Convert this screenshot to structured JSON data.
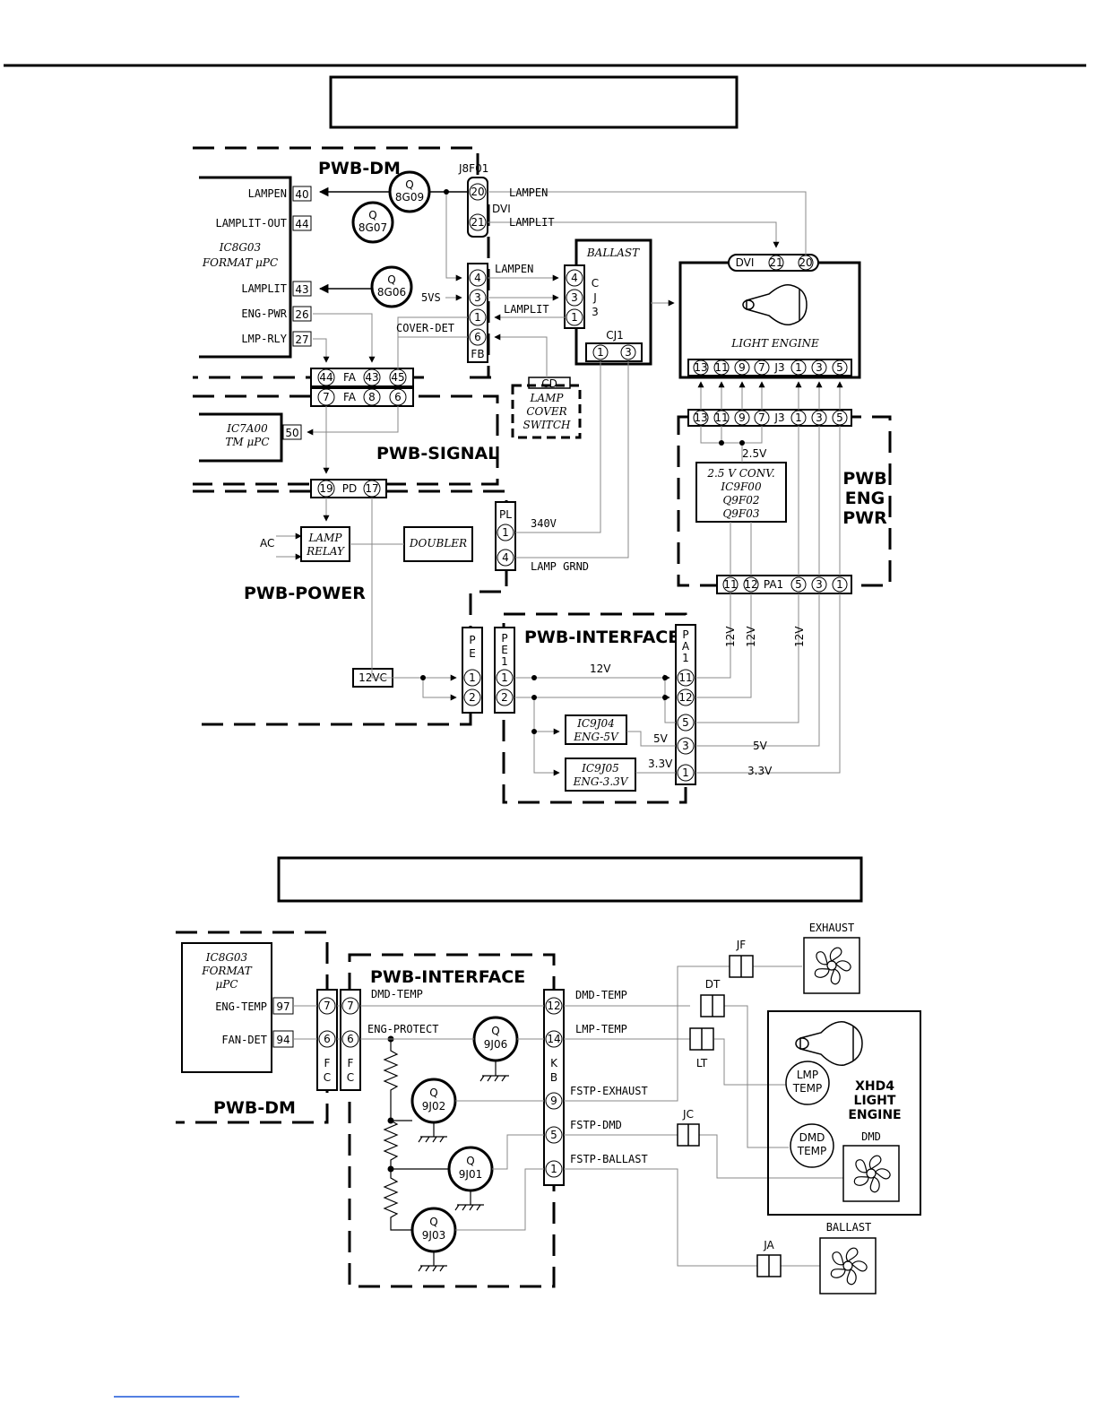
{
  "diagram_top": {
    "title_box_text": "",
    "boards": {
      "pwb_dm": "PWB-DM",
      "pwb_signal": "PWB-SIGNAL",
      "pwb_power": "PWB-POWER",
      "pwb_interface": "PWB-INTERFACE",
      "pwb_eng_pwr": [
        "PWB",
        "ENG",
        "PWR"
      ]
    },
    "ic8g03": {
      "name": [
        "IC8G03",
        "FORMAT μPC"
      ],
      "pins": [
        {
          "label": "LAMPEN",
          "num": "40"
        },
        {
          "label": "LAMPLIT-OUT",
          "num": "44"
        },
        {
          "label": "LAMPLIT",
          "num": "43"
        },
        {
          "label": "ENG-PWR",
          "num": "26"
        },
        {
          "label": "LMP-RLY",
          "num": "27"
        }
      ]
    },
    "ic7a00": {
      "name": [
        "IC7A00",
        "TM μPC"
      ],
      "pin": "50"
    },
    "transistors": [
      {
        "q": "Q",
        "id": "8G09"
      },
      {
        "q": "Q",
        "id": "8G07"
      },
      {
        "q": "Q",
        "id": "8G06"
      }
    ],
    "connector_j8f01": {
      "name": "J8F01",
      "sub": "DVI",
      "pins": [
        "20",
        "21"
      ]
    },
    "connector_fb": {
      "name": "FB",
      "pins": [
        "4",
        "3",
        "1",
        "6"
      ]
    },
    "connector_fa_top": {
      "name": "FA",
      "pins": [
        "44",
        "43",
        "45"
      ]
    },
    "connector_fa_bottom": {
      "name": "FA",
      "pins": [
        "7",
        "8",
        "6"
      ]
    },
    "connector_pd": {
      "name": "PD",
      "pins": [
        "19",
        "17"
      ]
    },
    "connector_pl": {
      "name": "PL",
      "pins": [
        "1",
        "4"
      ]
    },
    "connector_cj3": {
      "name": [
        "C",
        "J",
        "3"
      ],
      "pins": [
        "4",
        "3",
        "1"
      ]
    },
    "connector_cj1": {
      "name": "CJ1",
      "pins": [
        "1",
        "3"
      ]
    },
    "connector_cd": "CD",
    "connector_pe": {
      "name": "PE",
      "pins": [
        "1",
        "2"
      ]
    },
    "connector_pe1": {
      "name": "PE1",
      "pins": [
        "1",
        "2"
      ]
    },
    "connector_pa1_v": {
      "name": "PA1",
      "pins": [
        "11",
        "12",
        "5",
        "3",
        "1"
      ]
    },
    "connector_pa1_h": {
      "name": "PA1",
      "pins": [
        "11",
        "12",
        "5",
        "3",
        "1"
      ]
    },
    "connector_j3": {
      "name": "J3",
      "pins": [
        "13",
        "11",
        "9",
        "7",
        "1",
        "3",
        "5"
      ]
    },
    "connector_dvi_le": {
      "name": "DVI",
      "pins": [
        "21",
        "20"
      ]
    },
    "signals": {
      "lampen": "LAMPEN",
      "lamplit": "LAMPLIT",
      "five_vs": "5VS",
      "cover_det": "COVER-DET",
      "v340": "340V",
      "lamp_grnd": "LAMP GRND",
      "ac": "AC",
      "v12": "12V",
      "v5": "5V",
      "v33": "3.3V",
      "v25": "2.5V"
    },
    "blocks": {
      "ballast": "BALLAST",
      "light_engine": "LIGHT ENGINE",
      "lamp_cover_switch": [
        "LAMP",
        "COVER",
        "SWITCH"
      ],
      "lamp_relay": [
        "LAMP",
        "RELAY"
      ],
      "doubler": "DOUBLER",
      "v12c": "12VC",
      "ic9j04": [
        "IC9J04",
        "ENG-5V"
      ],
      "ic9j05": [
        "IC9J05",
        "ENG-3.3V"
      ],
      "conv25": [
        "2.5 V CONV.",
        "IC9F00",
        "Q9F02",
        "Q9F03"
      ]
    }
  },
  "diagram_bottom": {
    "title_box_text": "",
    "boards": {
      "pwb_interface": "PWB-INTERFACE",
      "pwb_dm": "PWB-DM"
    },
    "ic8g03": {
      "name": [
        "IC8G03",
        "FORMAT",
        "μPC"
      ],
      "pins": [
        {
          "label": "ENG-TEMP",
          "num": "97"
        },
        {
          "label": "FAN-DET",
          "num": "94"
        }
      ]
    },
    "connector_fc_left": {
      "name": [
        "F",
        "C"
      ],
      "pins": [
        "7",
        "6"
      ]
    },
    "connector_fc_right": {
      "name": [
        "F",
        "C"
      ],
      "pins": [
        "7",
        "6"
      ]
    },
    "connector_kb": {
      "name": [
        "K",
        "B"
      ],
      "pins": [
        "12",
        "14",
        "9",
        "5",
        "1"
      ]
    },
    "signals": {
      "dmd_temp": "DMD-TEMP",
      "eng_protect": "ENG-PROTECT",
      "lmp_temp": "LMP-TEMP",
      "fstp_exhaust": "FSTP-EXHAUST",
      "fstp_dmd": "FSTP-DMD",
      "fstp_ballast": "FSTP-BALLAST"
    },
    "transistors": [
      {
        "q": "Q",
        "id": "9J06"
      },
      {
        "q": "Q",
        "id": "9J02"
      },
      {
        "q": "Q",
        "id": "9J01"
      },
      {
        "q": "Q",
        "id": "9J03"
      }
    ],
    "connectors": {
      "jf": "JF",
      "dt": "DT",
      "lt": "LT",
      "jc": "JC",
      "ja": "JA"
    },
    "fans": {
      "exhaust": "EXHAUST",
      "dmd": "DMD",
      "ballast": "BALLAST"
    },
    "sensors": {
      "lmp_temp": [
        "LMP",
        "TEMP"
      ],
      "dmd_temp": [
        "DMD",
        "TEMP"
      ]
    },
    "light_engine": [
      "XHD4",
      "LIGHT",
      "ENGINE"
    ]
  }
}
